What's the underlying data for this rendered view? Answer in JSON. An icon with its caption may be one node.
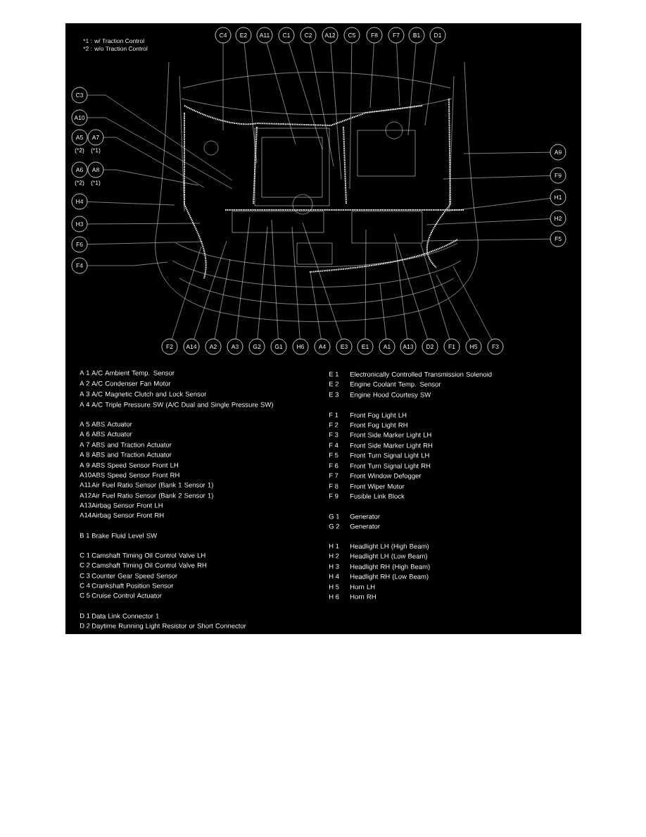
{
  "diagram": {
    "nodes": [
      {
        "text": [
          "C4"
        ]
      },
      {
        "text": [
          "E2"
        ]
      },
      {
        "text": [
          "A11"
        ]
      },
      {
        "text": [
          "C1"
        ]
      },
      {
        "text": [
          "C2"
        ]
      },
      {
        "text": [
          "A12"
        ]
      },
      {
        "text": [
          "C5"
        ]
      },
      {
        "text": [
          "F8"
        ]
      },
      {
        "text": [
          "F7"
        ]
      },
      {
        "text": [
          "B1"
        ]
      },
      {
        "text": [
          "D1"
        ]
      },
      {
        "text": [
          "C3"
        ]
      },
      {
        "text": [
          "A10"
        ]
      },
      {
        "text": [
          "A5"
        ],
        "beside": [
          "(*2)"
        ]
      },
      {
        "text": [
          "A7"
        ],
        "beside": [
          "(*1)"
        ]
      },
      {
        "text": [
          "A6"
        ],
        "beside": [
          "(*2)"
        ]
      },
      {
        "text": [
          "A8"
        ],
        "beside": [
          "(*1)"
        ]
      },
      {
        "text": [
          "H4"
        ]
      },
      {
        "text": [
          "H3"
        ]
      },
      {
        "text": [
          "F6"
        ]
      },
      {
        "text": [
          "F4"
        ]
      },
      {
        "text": [
          "A9"
        ]
      },
      {
        "text": [
          "F9"
        ]
      },
      {
        "text": [
          "H1"
        ]
      },
      {
        "text": [
          "H2"
        ]
      },
      {
        "text": [
          "F5"
        ]
      },
      {
        "text": [
          "F2"
        ]
      },
      {
        "text": [
          "A14"
        ]
      },
      {
        "text": [
          "A2"
        ]
      },
      {
        "text": [
          "A3"
        ]
      },
      {
        "text": [
          "G2"
        ]
      },
      {
        "text": [
          "G1"
        ]
      },
      {
        "text": [
          "H6"
        ]
      },
      {
        "text": [
          "A4"
        ]
      },
      {
        "text": [
          "E3"
        ]
      },
      {
        "text": [
          "E1"
        ]
      },
      {
        "text": [
          "A1"
        ]
      },
      {
        "text": [
          "A13"
        ]
      },
      {
        "text": [
          "D2"
        ]
      },
      {
        "text": [
          "F1"
        ]
      },
      {
        "text": [
          "H5"
        ]
      },
      {
        "text": [
          "F3"
        ]
      }
    ],
    "edges": [
      {
        "from": 0,
        "to": null,
        "arrow": "none"
      },
      {
        "from": 1,
        "to": null,
        "arrow": "none"
      },
      {
        "from": 2,
        "to": null,
        "arrow": "none"
      },
      {
        "from": 3,
        "to": null,
        "arrow": "none"
      },
      {
        "from": 4,
        "to": null,
        "arrow": "none"
      },
      {
        "from": 5,
        "to": null,
        "arrow": "none"
      },
      {
        "from": 6,
        "to": null,
        "arrow": "none"
      },
      {
        "from": 7,
        "to": null,
        "arrow": "none"
      },
      {
        "from": 8,
        "to": null,
        "arrow": "none"
      },
      {
        "from": 9,
        "to": null,
        "arrow": "none"
      },
      {
        "from": 10,
        "to": null,
        "arrow": "none"
      },
      {
        "from": 11,
        "to": null,
        "arrow": "none"
      },
      {
        "from": 12,
        "to": null,
        "arrow": "none"
      },
      {
        "from": 14,
        "to": null,
        "arrow": "none"
      },
      {
        "from": 16,
        "to": null,
        "arrow": "none"
      },
      {
        "from": 17,
        "to": null,
        "arrow": "none"
      },
      {
        "from": 18,
        "to": null,
        "arrow": "none"
      },
      {
        "from": 19,
        "to": null,
        "arrow": "none"
      },
      {
        "from": 20,
        "to": null,
        "arrow": "none"
      },
      {
        "from": 21,
        "to": null,
        "arrow": "none"
      },
      {
        "from": 22,
        "to": null,
        "arrow": "none"
      },
      {
        "from": 23,
        "to": null,
        "arrow": "none"
      },
      {
        "from": 24,
        "to": null,
        "arrow": "none"
      },
      {
        "from": 25,
        "to": null,
        "arrow": "none"
      },
      {
        "from": 26,
        "to": null,
        "arrow": "none"
      },
      {
        "from": 27,
        "to": null,
        "arrow": "none"
      },
      {
        "from": 28,
        "to": null,
        "arrow": "none"
      },
      {
        "from": 29,
        "to": null,
        "arrow": "none"
      },
      {
        "from": 30,
        "to": null,
        "arrow": "none"
      },
      {
        "from": 31,
        "to": null,
        "arrow": "none"
      },
      {
        "from": 32,
        "to": null,
        "arrow": "none"
      },
      {
        "from": 33,
        "to": null,
        "arrow": "none"
      },
      {
        "from": 34,
        "to": null,
        "arrow": "none"
      },
      {
        "from": 35,
        "to": null,
        "arrow": "none"
      },
      {
        "from": 36,
        "to": null,
        "arrow": "none"
      },
      {
        "from": 37,
        "to": null,
        "arrow": "none"
      },
      {
        "from": 38,
        "to": null,
        "arrow": "none"
      },
      {
        "from": 39,
        "to": null,
        "arrow": "none"
      },
      {
        "from": 40,
        "to": null,
        "arrow": "none"
      },
      {
        "from": 41,
        "to": null,
        "arrow": "none"
      }
    ],
    "labels": [
      "*1 : w/ Traction Control",
      "*2 : w/o Traction Control",
      "A 1",
      "A/C Ambient Temp. Sensor",
      "A 2",
      "A/C Condenser Fan Motor",
      "A 3",
      "A/C Magnetic Clutch and Lock Sensor",
      "A 4",
      "A/C Triple Pressure SW (A/C Dual and Single Pressure SW)",
      "A 5",
      "ABS Actuator",
      "A 6",
      "ABS Actuator",
      "A 7",
      "ABS and Traction Actuator",
      "A 8",
      "ABS and Traction Actuator",
      "A 9",
      "ABS Speed Sensor Front LH",
      "A10",
      "ABS Speed Sensor Front RH",
      "A11",
      "Air Fuel Ratio Sensor (Bank 1 Sensor 1)",
      "A12",
      "Air Fuel Ratio Sensor (Bank 2 Sensor 1)",
      "A13",
      "Airbag Sensor Front LH",
      "A14",
      "Airbag Sensor Front RH",
      "B 1",
      "Brake Fluid Level SW",
      "C 1",
      "Camshaft Timing Oil Control Valve LH",
      "C 2",
      "Camshaft Timing Oil Control Valve RH",
      "C 3",
      "Counter Gear Speed Sensor",
      "C 4",
      "Crankshaft Position Sensor",
      "C 5",
      "Cruise Control Actuator",
      "D 1",
      "Data Link Connector 1",
      "D 2",
      "Daytime Running Light Resistor or Short Connector",
      "E 1",
      "Electronically Controlled Transmission Solenoid",
      "E 2",
      "Engine Coolant Temp. Sensor",
      "E 3",
      "Engine Hood Courtesy SW",
      "F 1",
      "Front Fog Light LH",
      "F 2",
      "Front Fog Light RH",
      "F 3",
      "Front Side Marker Light LH",
      "F 4",
      "Front Side Marker Light RH",
      "F 5",
      "Front Turn Signal Light LH",
      "F 6",
      "Front Turn Signal Light RH",
      "F 7",
      "Front Window Defogger",
      "F 8",
      "Front Wiper Motor",
      "F 9",
      "Fusible Link Block",
      "G 1",
      "Generator",
      "G 2",
      "Generator",
      "H 1",
      "Headlight LH (High Beam)",
      "H 2",
      "Headlight LH (Low Beam)",
      "H 3",
      "Headlight RH (High Beam)",
      "H 4",
      "Headlight RH (Low Beam)",
      "H 5",
      "Horn LH",
      "H 6",
      "Horn RH"
    ]
  }
}
